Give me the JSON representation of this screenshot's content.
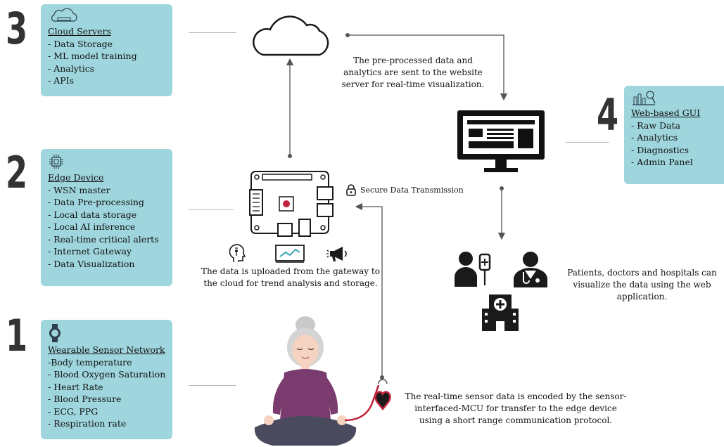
{
  "steps": [
    {
      "number": "3",
      "title": "Cloud Servers",
      "items": [
        "- Data Storage",
        "- ML model training",
        "- Analytics",
        "- APIs"
      ],
      "icon": "cloud-server-icon"
    },
    {
      "number": "2",
      "title": "Edge Device",
      "items": [
        "- WSN master",
        "- Data Pre-processing",
        "- Local data storage",
        "- Local AI inference",
        "- Real-time critical alerts",
        "- Internet Gateway",
        "- Data Visualization"
      ],
      "icon": "chip-icon"
    },
    {
      "number": "1",
      "title": "Wearable Sensor Network",
      "items": [
        "-Body temperature",
        "- Blood Oxygen Saturation",
        "- Heart Rate",
        "- Blood Pressure",
        "- ECG, PPG",
        "- Respiration rate"
      ],
      "icon": "smartwatch-icon"
    },
    {
      "number": "4",
      "title": "Web-based GUI",
      "items": [
        "- Raw Data",
        "- Analytics",
        "- Diagnostics",
        "- Admin Panel"
      ],
      "icon": "analytics-icon"
    }
  ],
  "captions": {
    "cloud_to_web": "The pre-processed data and analytics are sent to the website server for real-time visualization.",
    "gateway_to_cloud": "The data is uploaded from the gateway to the cloud for trend analysis and storage.",
    "secure": "Secure Data Transmission",
    "users": "Patients, doctors and hospitals can visualize the data using the web application.",
    "sensor_to_edge": "The real-time sensor data is encoded by the sensor-interfaced-MCU for transfer to the edge device using a short range communication protocol."
  },
  "colors": {
    "card": "#9fd6de",
    "number": "#333333",
    "purple": "#7a3b6e"
  }
}
